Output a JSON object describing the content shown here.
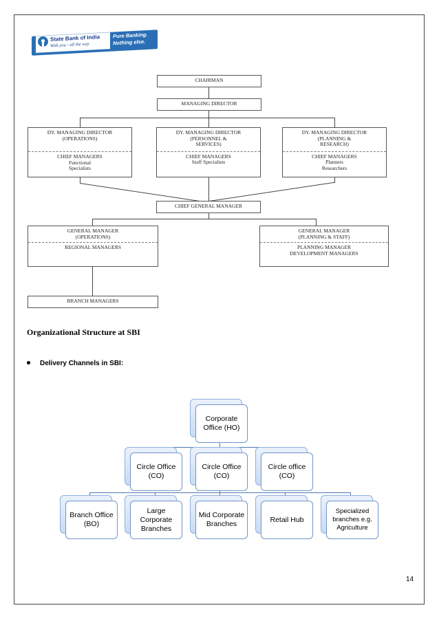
{
  "logo": {
    "bank_name": "State Bank of India",
    "tagline": "With you - all the way",
    "slogan_line1": "Pure Banking.",
    "slogan_line2": "Nothing else."
  },
  "org_chart": {
    "chairman": "CHAIRMAN",
    "managing_director": "MANAGING DIRECTOR",
    "dmd_operations": {
      "title1": "DY. MANAGING DIRECTOR",
      "title2": "(OPERATIONS)",
      "sub1": "CHIEF MANAGERS",
      "sub2": "Functional",
      "sub3": "Specialists"
    },
    "dmd_personnel": {
      "title1": "DY. MANAGING DIRECTOR",
      "title2": "(PERSONNEL &",
      "title3": "SERVICES)",
      "sub1": "CHIEF MANAGERS",
      "sub2": "Staff Specialists"
    },
    "dmd_planning": {
      "title1": "DY. MANAGING DIRECTOR",
      "title2": "(PLANNING &",
      "title3": "RESEARCH)",
      "sub1": "CHIEF MANAGERS",
      "sub2": "Planners",
      "sub3": "Researchers"
    },
    "chief_general_manager": "CHIEF GENERAL MANAGER",
    "gm_operations": {
      "title1": "GENERAL MANAGER",
      "title2": "(OPERATIONS)",
      "sub1": "REGIONAL MANAGERS"
    },
    "gm_planning": {
      "title1": "GENERAL MANAGER",
      "title2": "(PLANNING & STAFF)",
      "sub1": "PLANNING MANAGER",
      "sub2": "DEVELOPMENT MANAGERS"
    },
    "branch_managers": "BRANCH MANAGERS"
  },
  "caption": "Organizational Structure at SBI",
  "bullet": "Delivery Channels in SBI:",
  "channels": {
    "corporate_office": "Corporate Office (HO)",
    "circle_offices": [
      "Circle Office (CO)",
      "Circle Office (CO)",
      "Circle office (CO)"
    ],
    "branches": [
      "Branch Office (BO)",
      "Large Corporate Branches",
      "Mid Corporate Branches",
      "Retail Hub",
      "Specialized branches e.g. Agriculture"
    ]
  },
  "page_number": "14"
}
